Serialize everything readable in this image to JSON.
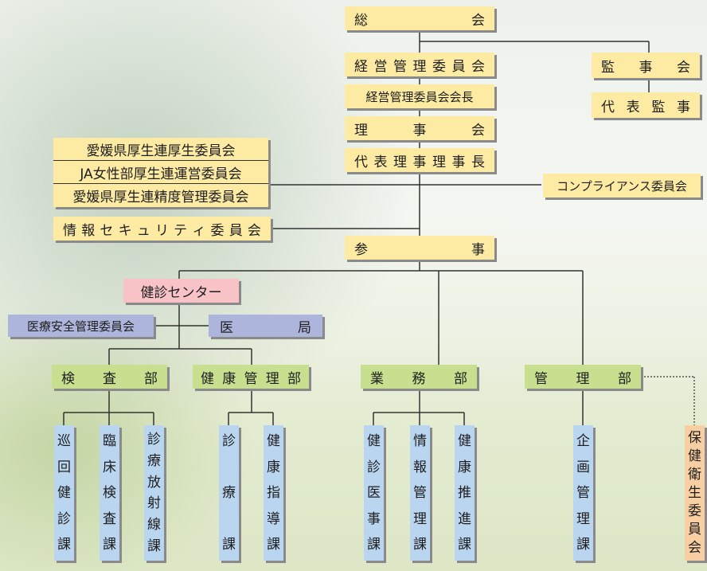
{
  "colors": {
    "yellow_box": "#fdeaa3",
    "pink_box": "#f7c3c6",
    "blue_box": "#aeb5dc",
    "light_blue_box": "#b9d5f0",
    "green_box": "#c7df8e",
    "orange_box": "#f8cfa2",
    "line": "#333333"
  },
  "top": {
    "general_meeting": [
      "総",
      "会"
    ],
    "management_committee": [
      "経",
      "営",
      "管",
      "理",
      "委",
      "員",
      "会"
    ],
    "management_committee_chair": "経営管理委員会会長",
    "board": [
      "理",
      "事",
      "会"
    ],
    "representative_director": [
      "代",
      "表",
      "理",
      "事",
      "理",
      "事",
      "長"
    ],
    "auditors": [
      "監",
      "事",
      "会"
    ],
    "representative_auditor": [
      "代",
      "表",
      "監",
      "事"
    ],
    "compliance_committee": "コンプライアンス委員会",
    "committees": [
      "愛媛県厚生連厚生委員会",
      "JA女性部厚生連運営委員会",
      "愛媛県厚生連精度管理委員会"
    ],
    "info_security_committee": [
      "情",
      "報",
      "セ",
      "キ",
      "ュ",
      "リ",
      "テ",
      "ィ",
      "委",
      "員",
      "会"
    ],
    "councilor": [
      "参",
      "事"
    ]
  },
  "center": {
    "health_center": "健診センター",
    "medical_safety_committee": "医療安全管理委員会",
    "medical_office": [
      "医",
      "局"
    ]
  },
  "departments": {
    "inspection": [
      "検",
      "査",
      "部"
    ],
    "health_management": [
      "健",
      "康",
      "管",
      "理",
      "部"
    ],
    "business": [
      "業",
      "務",
      "部"
    ],
    "administration": [
      "管",
      "理",
      "部"
    ]
  },
  "sections": {
    "tour_checkup": [
      "巡",
      "回",
      "健",
      "診",
      "課"
    ],
    "clinical_lab": [
      "臨",
      "床",
      "検",
      "査",
      "課"
    ],
    "radiology": [
      "診",
      "療",
      "放",
      "射",
      "線",
      "課"
    ],
    "treatment": [
      "診",
      "療",
      "課"
    ],
    "health_guidance": [
      "健",
      "康",
      "指",
      "導",
      "課"
    ],
    "checkup_affairs": [
      "健",
      "診",
      "医",
      "事",
      "課"
    ],
    "info_management": [
      "情",
      "報",
      "管",
      "理",
      "課"
    ],
    "health_promotion": [
      "健",
      "康",
      "推",
      "進",
      "課"
    ],
    "planning": [
      "企",
      "画",
      "管",
      "理",
      "課"
    ],
    "health_hygiene_committee": [
      "保",
      "健",
      "衛",
      "生",
      "委",
      "員",
      "会"
    ]
  }
}
